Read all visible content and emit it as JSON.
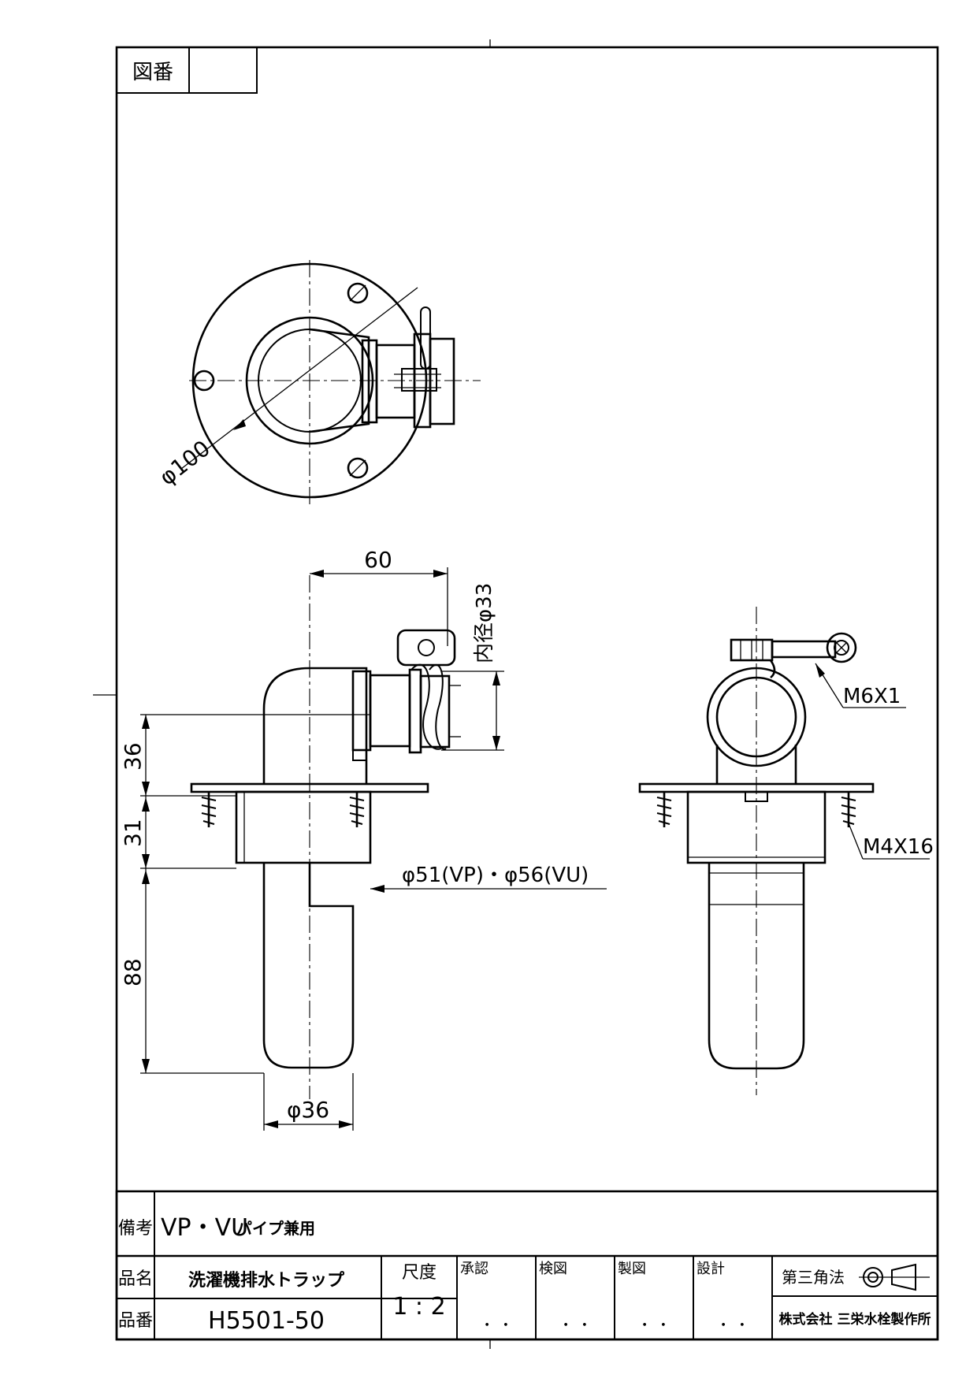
{
  "drawing_no_label": "図番",
  "drawing_no_value": "",
  "dimensions": {
    "flange_dia": "φ100",
    "width_60": "60",
    "inner_dia": "内径φ33",
    "h36": "36",
    "h31": "31",
    "h88": "88",
    "pipe_dia": "φ51(VP)・φ56(VU)",
    "trap_dia": "φ36",
    "bolt": "M6X1",
    "screw": "M4X16"
  },
  "title_block": {
    "remarks_label": "備考",
    "remarks_value_main": "VP・VU",
    "remarks_value_sub": "パイプ兼用",
    "product_name_label": "品名",
    "product_name": "洗濯機排水トラップ",
    "product_no_label": "品番",
    "product_no": "H5501-50",
    "scale_label": "尺度",
    "scale_value": "1 : 2",
    "approval_label": "承認",
    "check_label": "検図",
    "drafting_label": "製図",
    "design_label": "設計",
    "date_dots": "・ ・",
    "projection": "第三角法",
    "company": "株式会社 三栄水栓製作所"
  }
}
